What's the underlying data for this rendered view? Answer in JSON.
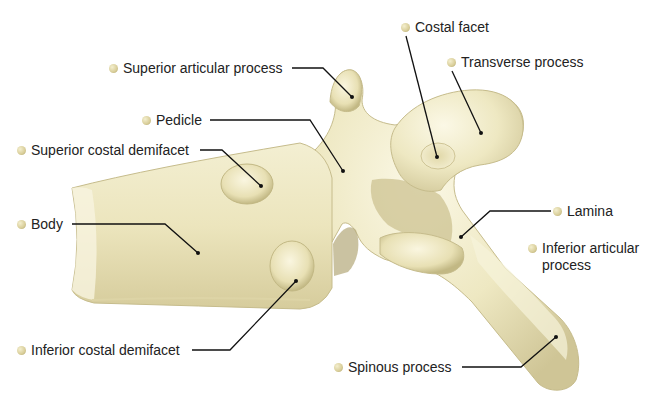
{
  "diagram": {
    "labels": [
      "Costal facet",
      "Superior articular process",
      "Transverse process",
      "Pedicle",
      "Superior costal demifacet",
      "Lamina",
      "Body",
      "Inferior articular process",
      "Inferior costal demifacet",
      "Spinous process"
    ]
  }
}
